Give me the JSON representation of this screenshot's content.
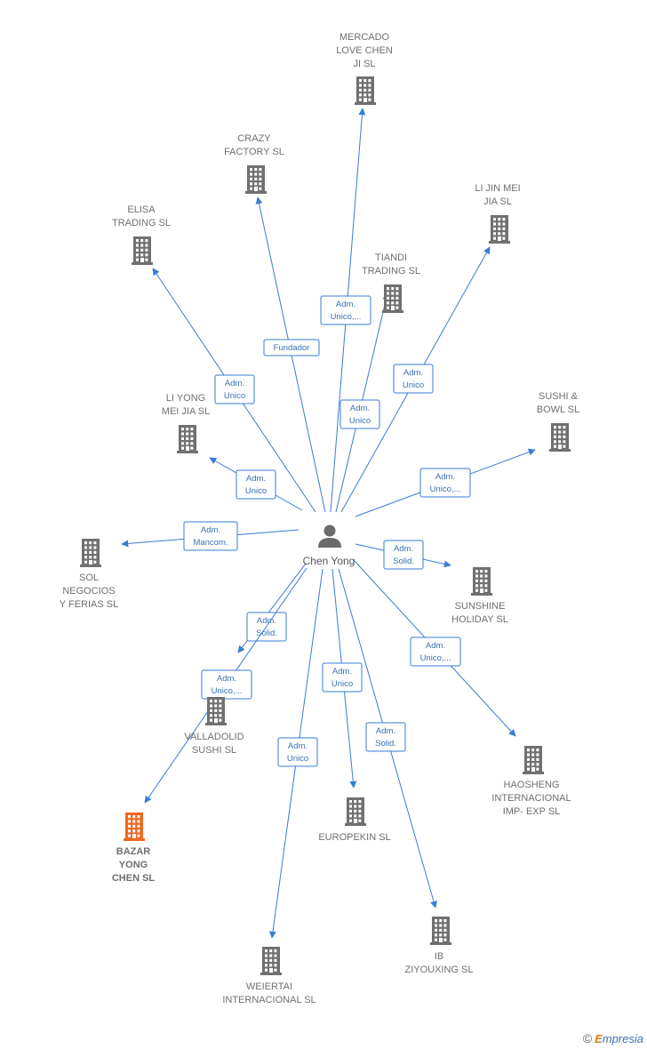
{
  "colors": {
    "edge": "#3a7bd5",
    "building": "#707070",
    "highlight": "#f26522",
    "person": "#6b6b6b"
  },
  "center": {
    "name": "Chen Yong",
    "icon": "person-icon"
  },
  "nodes": [
    {
      "id": "mercado",
      "lines": [
        "MERCADO",
        "LOVE CHEN",
        "JI  SL"
      ],
      "highlight": false
    },
    {
      "id": "crazy",
      "lines": [
        "CRAZY",
        "FACTORY SL"
      ],
      "highlight": false
    },
    {
      "id": "elisa",
      "lines": [
        "ELISA",
        "TRADING SL"
      ],
      "highlight": false
    },
    {
      "id": "lijin",
      "lines": [
        "LI JIN MEI",
        "JIA SL"
      ],
      "highlight": false
    },
    {
      "id": "tiandi",
      "lines": [
        "TIANDI",
        "TRADING SL"
      ],
      "highlight": false
    },
    {
      "id": "liyong",
      "lines": [
        "LI YONG",
        "MEI JIA  SL"
      ],
      "highlight": false
    },
    {
      "id": "sushibowl",
      "lines": [
        "SUSHI &",
        "BOWL  SL"
      ],
      "highlight": false
    },
    {
      "id": "sol",
      "lines": [
        "SOL",
        "NEGOCIOS",
        "Y FERIAS SL"
      ],
      "highlight": false
    },
    {
      "id": "sunshine",
      "lines": [
        "SUNSHINE",
        "HOLIDAY SL"
      ],
      "highlight": false
    },
    {
      "id": "valladolid",
      "lines": [
        "VALLADOLID",
        "SUSHI SL"
      ],
      "highlight": false
    },
    {
      "id": "haosheng",
      "lines": [
        "HAOSHENG",
        "INTERNACIONAL",
        "IMP- EXP SL"
      ],
      "highlight": false
    },
    {
      "id": "bazar",
      "lines": [
        "BAZAR",
        "YONG",
        "CHEN  SL"
      ],
      "highlight": true
    },
    {
      "id": "europekin",
      "lines": [
        "EUROPEKIN SL"
      ],
      "highlight": false
    },
    {
      "id": "ib",
      "lines": [
        "IB",
        "ZIYOUXING  SL"
      ],
      "highlight": false
    },
    {
      "id": "weiertai",
      "lines": [
        "WEIERTAI",
        "INTERNACIONAL SL"
      ],
      "highlight": false
    }
  ],
  "edges": [
    {
      "target": "mercado",
      "label": [
        "Adm.",
        "Unico,..."
      ]
    },
    {
      "target": "crazy",
      "label": [
        "Fundador"
      ]
    },
    {
      "target": "elisa",
      "label": [
        "Adm.",
        "Unico"
      ]
    },
    {
      "target": "lijin",
      "label": [
        "Adm.",
        "Unico"
      ]
    },
    {
      "target": "tiandi",
      "label": [
        "Adm.",
        "Unico"
      ]
    },
    {
      "target": "liyong",
      "label": [
        "Adm.",
        "Unico"
      ]
    },
    {
      "target": "sushibowl",
      "label": [
        "Adm.",
        "Unico,..."
      ]
    },
    {
      "target": "sol",
      "label": [
        "Adm.",
        "Mancom."
      ]
    },
    {
      "target": "sunshine",
      "label": [
        "Adm.",
        "Solid."
      ]
    },
    {
      "target": "valladolid",
      "label": [
        "Adm.",
        "Solid."
      ]
    },
    {
      "target": "haosheng",
      "label": [
        "Adm.",
        "Unico,..."
      ]
    },
    {
      "target": "bazar",
      "label": [
        "Adm.",
        "Unico,..."
      ]
    },
    {
      "target": "europekin",
      "label": [
        "Adm.",
        "Unico"
      ]
    },
    {
      "target": "ib",
      "label": [
        "Adm.",
        "Solid."
      ]
    },
    {
      "target": "weiertai",
      "label": [
        "Adm.",
        "Unico"
      ]
    }
  ],
  "watermark": {
    "copyright": "©",
    "brand_initial": "E",
    "brand_rest": "mpresia"
  }
}
